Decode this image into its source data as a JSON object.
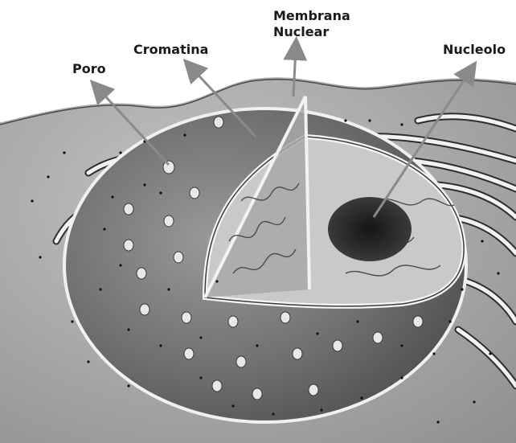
{
  "labels": {
    "poro": "Poro",
    "cromatina": "Cromatina",
    "membrana_line1": "Membrana",
    "membrana_line2": "Nuclear",
    "nucleolo": "Nucleolo"
  },
  "colors": {
    "cytoplasm": "#b3b3b3",
    "nucleus_shell": "#7c7c7c",
    "nucleoplasm": "#c6c6c6",
    "membrane": "#f5f5f5",
    "nucleolus": "#2a2a2a",
    "arrow": "#8a8a8a"
  }
}
